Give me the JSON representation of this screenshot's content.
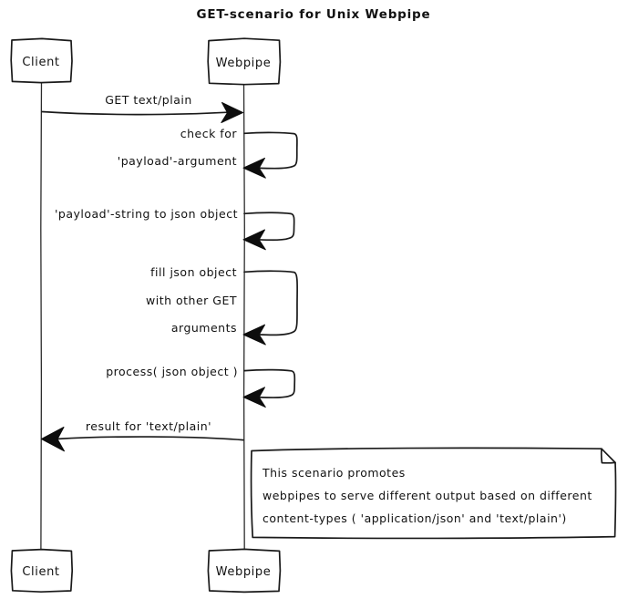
{
  "diagram": {
    "type": "sequence-diagram",
    "title": "GET-scenario for Unix Webpipe",
    "style": "hand-drawn-sketch",
    "colors": {
      "stroke": "#1a1a1a",
      "background": "#ffffff",
      "text": "#111111"
    },
    "participants": [
      {
        "id": "client",
        "label": "Client",
        "label_bottom": "Client"
      },
      {
        "id": "webpipe",
        "label": "Webpipe",
        "label_bottom": "Webpipe"
      }
    ],
    "messages": [
      {
        "id": "msg-get",
        "kind": "call",
        "from": "client",
        "to": "webpipe",
        "label_lines": [
          "GET text/plain"
        ]
      },
      {
        "id": "msg-check-payload",
        "kind": "self",
        "from": "webpipe",
        "to": "webpipe",
        "label_lines": [
          "check for",
          "'payload'-argument"
        ]
      },
      {
        "id": "msg-payload-to-json",
        "kind": "self",
        "from": "webpipe",
        "to": "webpipe",
        "label_lines": [
          "'payload'-string to json object"
        ]
      },
      {
        "id": "msg-fill-json",
        "kind": "self",
        "from": "webpipe",
        "to": "webpipe",
        "label_lines": [
          "fill json object",
          "with other GET",
          "arguments"
        ]
      },
      {
        "id": "msg-process",
        "kind": "self",
        "from": "webpipe",
        "to": "webpipe",
        "label_lines": [
          "process( json object )"
        ]
      },
      {
        "id": "msg-result",
        "kind": "return",
        "from": "webpipe",
        "to": "client",
        "label_lines": [
          "result for 'text/plain'"
        ]
      }
    ],
    "note": {
      "id": "note-scenario",
      "lines": [
        "This scenario promotes",
        "webpipes to serve different output based on different",
        "content-types ( 'application/json' and 'text/plain')"
      ]
    }
  }
}
